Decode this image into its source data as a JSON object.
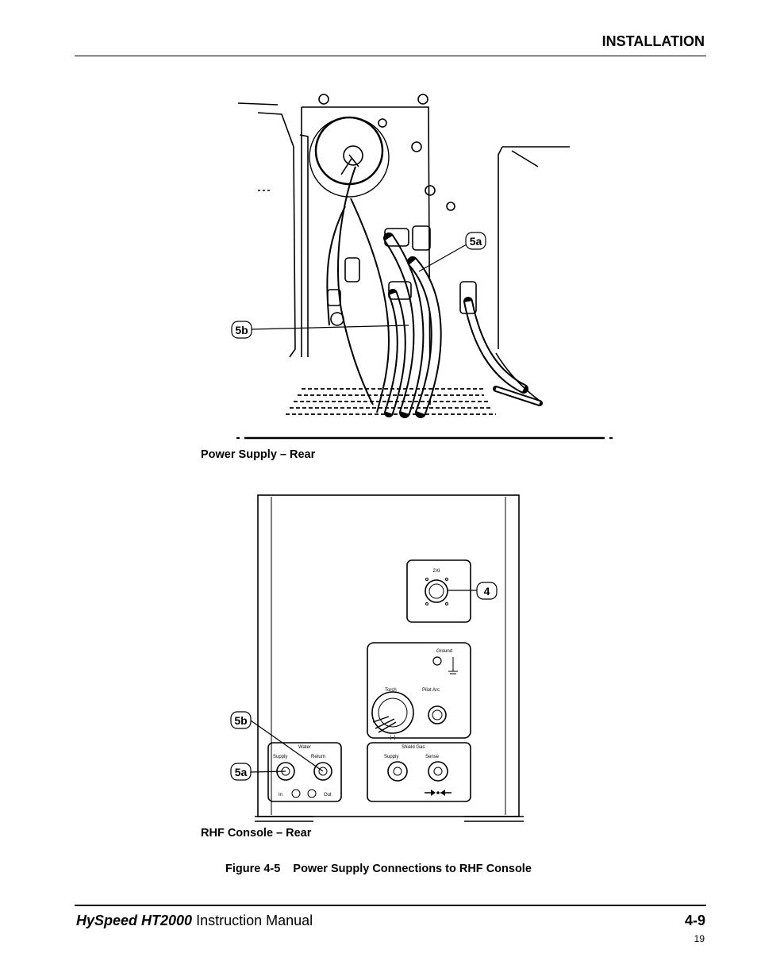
{
  "header": {
    "section_title": "INSTALLATION"
  },
  "figure_top": {
    "caption": "Power Supply – Rear",
    "callouts": {
      "a": "5a",
      "b": "5b"
    }
  },
  "figure_bottom": {
    "caption": "RHF Console – Rear",
    "callouts": {
      "four": "4",
      "b": "5b",
      "a": "5a"
    },
    "panel_labels": {
      "connector": "2XI",
      "ground": "Ground",
      "torch": "Torch",
      "pilot_arc": "Pilot Arc",
      "torch_polarity": "(–)",
      "water": "Water",
      "water_supply": "Supply",
      "water_return": "Return",
      "water_in": "In",
      "water_out": "Out",
      "shield_gas": "Shield Gas",
      "gas_supply": "Supply",
      "gas_sense": "Sense"
    }
  },
  "figure_title": "Figure 4-5    Power Supply Connections to RHF Console",
  "footer": {
    "brand": "HySpeed HT2000",
    "manual": "Instruction Manual",
    "page_number": "4-9",
    "sheet_number": "19"
  }
}
